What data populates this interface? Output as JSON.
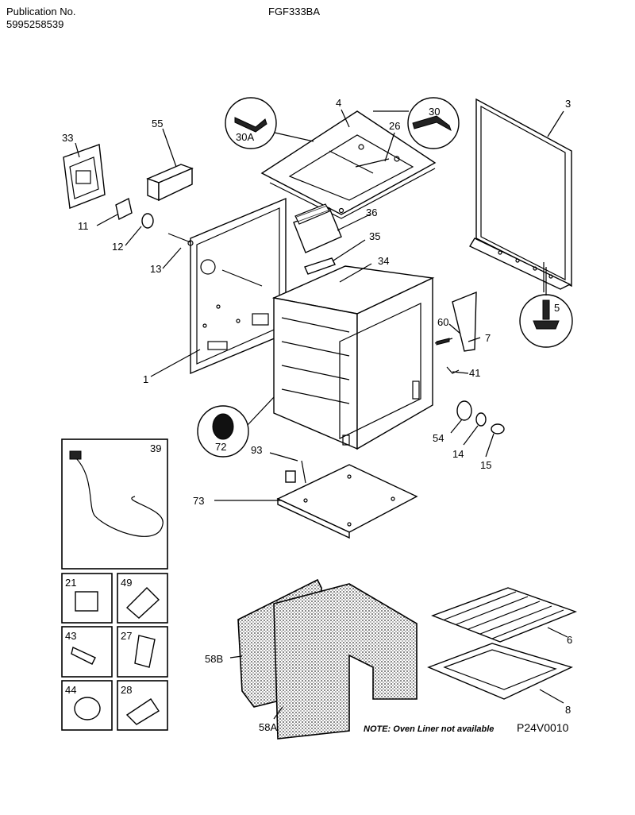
{
  "header": {
    "publication_label": "Publication No.",
    "publication_number": "5995258539",
    "model": "FGF333BA"
  },
  "callouts": {
    "p3": "3",
    "p4": "4",
    "p5": "5",
    "p6": "6",
    "p7": "7",
    "p8": "8",
    "p1": "1",
    "p11": "11",
    "p12": "12",
    "p13": "13",
    "p14": "14",
    "p15": "15",
    "p21": "21",
    "p26": "26",
    "p27": "27",
    "p28": "28",
    "p30": "30",
    "p30a": "30A",
    "p33": "33",
    "p34": "34",
    "p35": "35",
    "p36": "36",
    "p39": "39",
    "p41": "41",
    "p43": "43",
    "p44": "44",
    "p49": "49",
    "p54": "54",
    "p55": "55",
    "p58a": "58A",
    "p58b": "58B",
    "p60": "60",
    "p72": "72",
    "p73": "73",
    "p93": "93"
  },
  "note": "NOTE: Oven Liner not available",
  "diagram_code": "P24V0010"
}
